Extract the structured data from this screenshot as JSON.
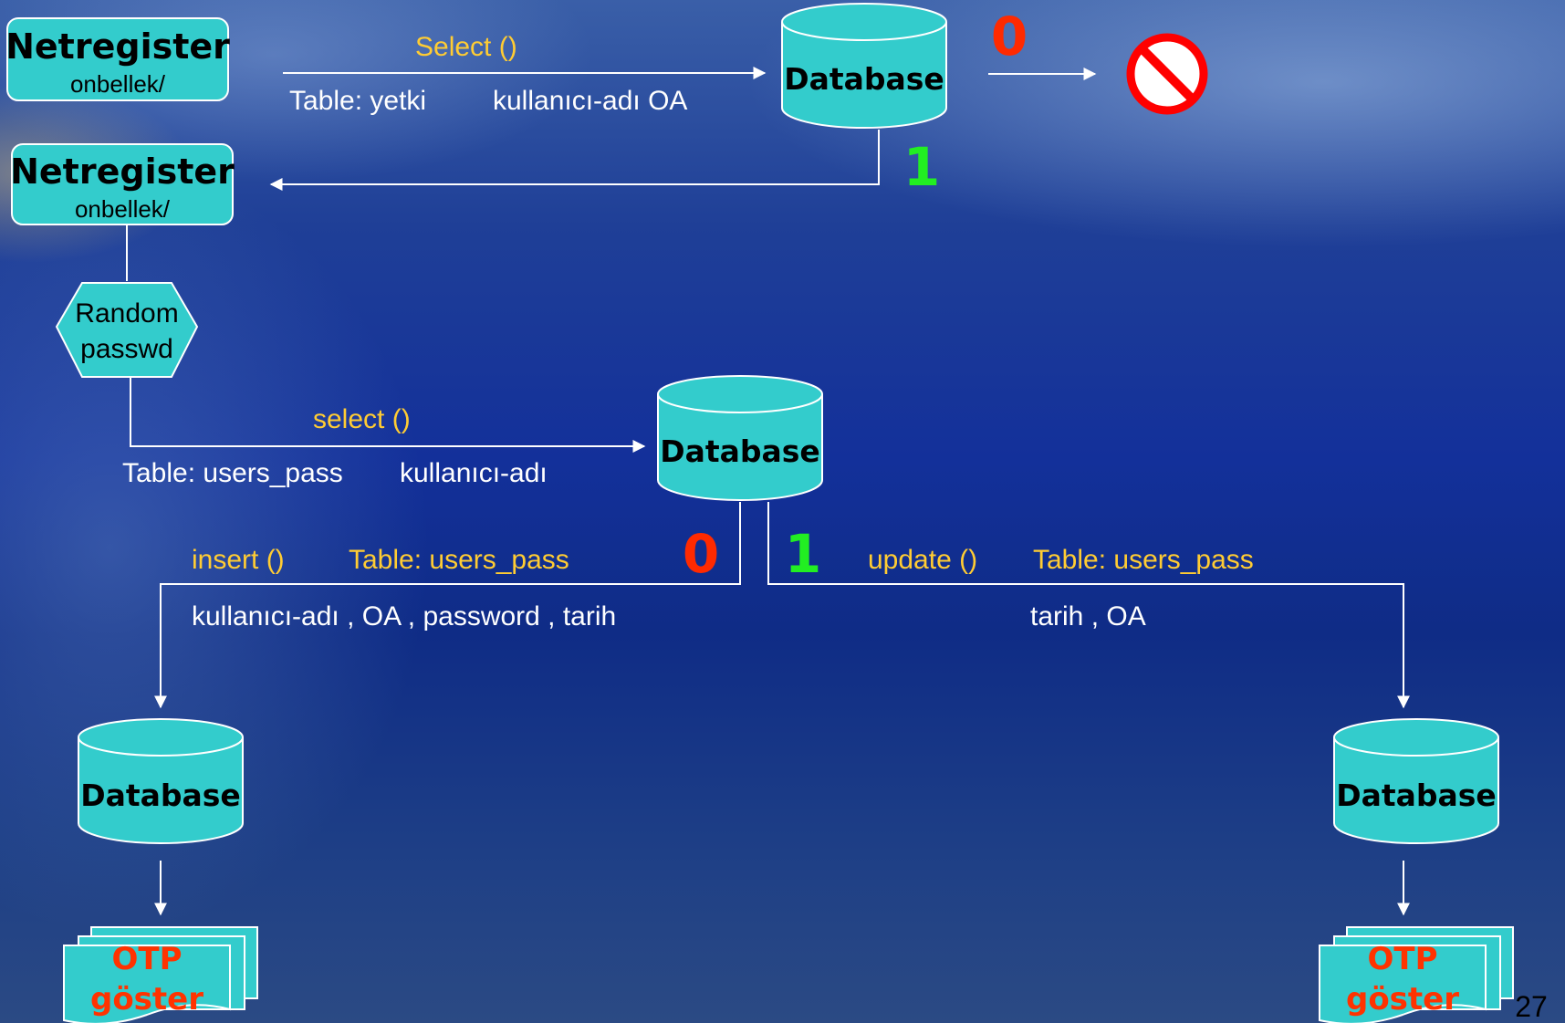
{
  "boxes": {
    "top_left": {
      "title": "Netregister",
      "subtitle": "onbellek/"
    },
    "second": {
      "title": "Netregister",
      "subtitle": "onbellek/"
    }
  },
  "hexagon": {
    "line1": "Random",
    "line2": "passwd"
  },
  "databases": {
    "top": "Database",
    "middle": "Database",
    "bottom_left": "Database",
    "bottom_right": "Database"
  },
  "flow_top": {
    "call": "Select ()",
    "table": "Table: yetki",
    "fields": "kullanıcı-adı  OA",
    "zero": "0",
    "one": "1"
  },
  "flow_middle": {
    "call": "select ()",
    "table": "Table: users_pass",
    "fields": "kullanıcı-adı"
  },
  "branch_left": {
    "zero": "0",
    "call": "insert ()",
    "table": "Table: users_pass",
    "fields": "kullanıcı-adı , OA  , password , tarih"
  },
  "branch_right": {
    "one": "1",
    "call": "update ()",
    "table": "Table: users_pass",
    "fields": "tarih ,  OA"
  },
  "otp_left": {
    "line1": "OTP",
    "line2": "göster"
  },
  "otp_right": {
    "line1": "OTP",
    "line2": "göster"
  },
  "icons": {
    "deny": "no-entry-icon"
  },
  "colors": {
    "shape": "#33cccc",
    "label": "#ffcc33",
    "zero": "#ff2a00",
    "one": "#22ee22",
    "deny": "#ff0000"
  },
  "page_number": "27"
}
